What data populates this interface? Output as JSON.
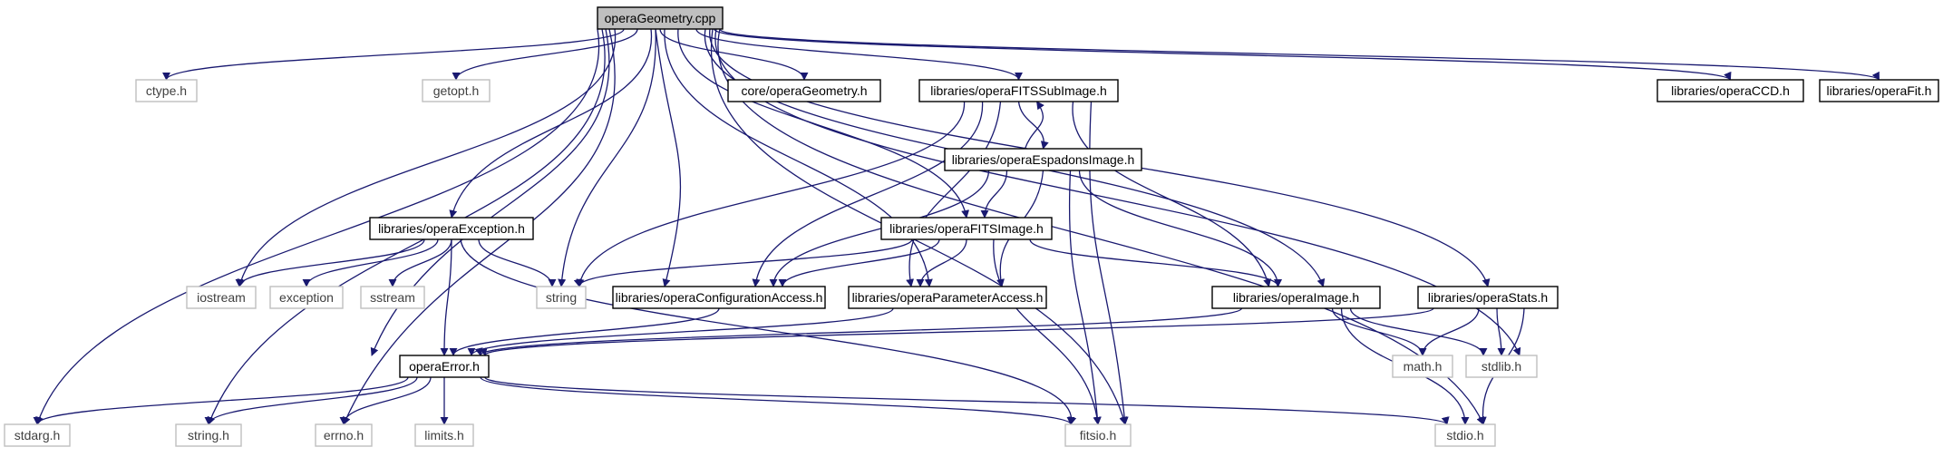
{
  "colors": {
    "edge": "#191970",
    "box_dark": "#000000",
    "box_light": "#bfbfbf",
    "root_fill": "#bfbfbf",
    "text_dark": "#000000",
    "text_light": "#404040"
  },
  "nodes": {
    "root": "operaGeometry.cpp",
    "ctype": "ctype.h",
    "getopt": "getopt.h",
    "core_geom": "core/operaGeometry.h",
    "fitssub": "libraries/operaFITSSubImage.h",
    "ccd": "libraries/operaCCD.h",
    "fit": "libraries/operaFit.h",
    "espadons": "libraries/operaEspadonsImage.h",
    "exception": "libraries/operaException.h",
    "fitsimage": "libraries/operaFITSImage.h",
    "iostream": "iostream",
    "exc": "exception",
    "sstream": "sstream",
    "string": "string",
    "config": "libraries/operaConfigurationAccess.h",
    "param": "libraries/operaParameterAccess.h",
    "image": "libraries/operaImage.h",
    "stats": "libraries/operaStats.h",
    "error": "operaError.h",
    "math": "math.h",
    "stdlib": "stdlib.h",
    "stdarg": "stdarg.h",
    "stringh": "string.h",
    "errno": "errno.h",
    "limits": "limits.h",
    "fitsio": "fitsio.h",
    "stdio": "stdio.h"
  }
}
